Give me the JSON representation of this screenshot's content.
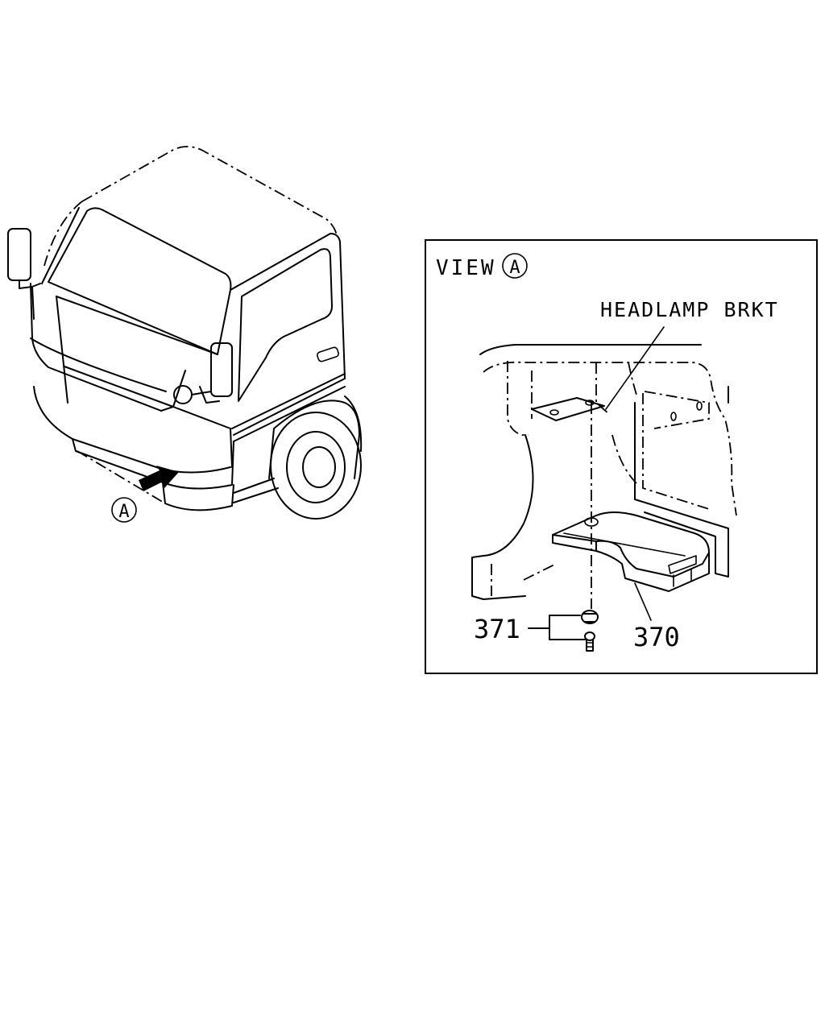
{
  "callout_a": "A",
  "view_label": "VIEW",
  "view_callout": "A",
  "headlamp_label": "HEADLAMP BRKT",
  "part_371": "371",
  "part_370": "370",
  "colors": {
    "ink": "#000000",
    "paper": "#ffffff"
  }
}
